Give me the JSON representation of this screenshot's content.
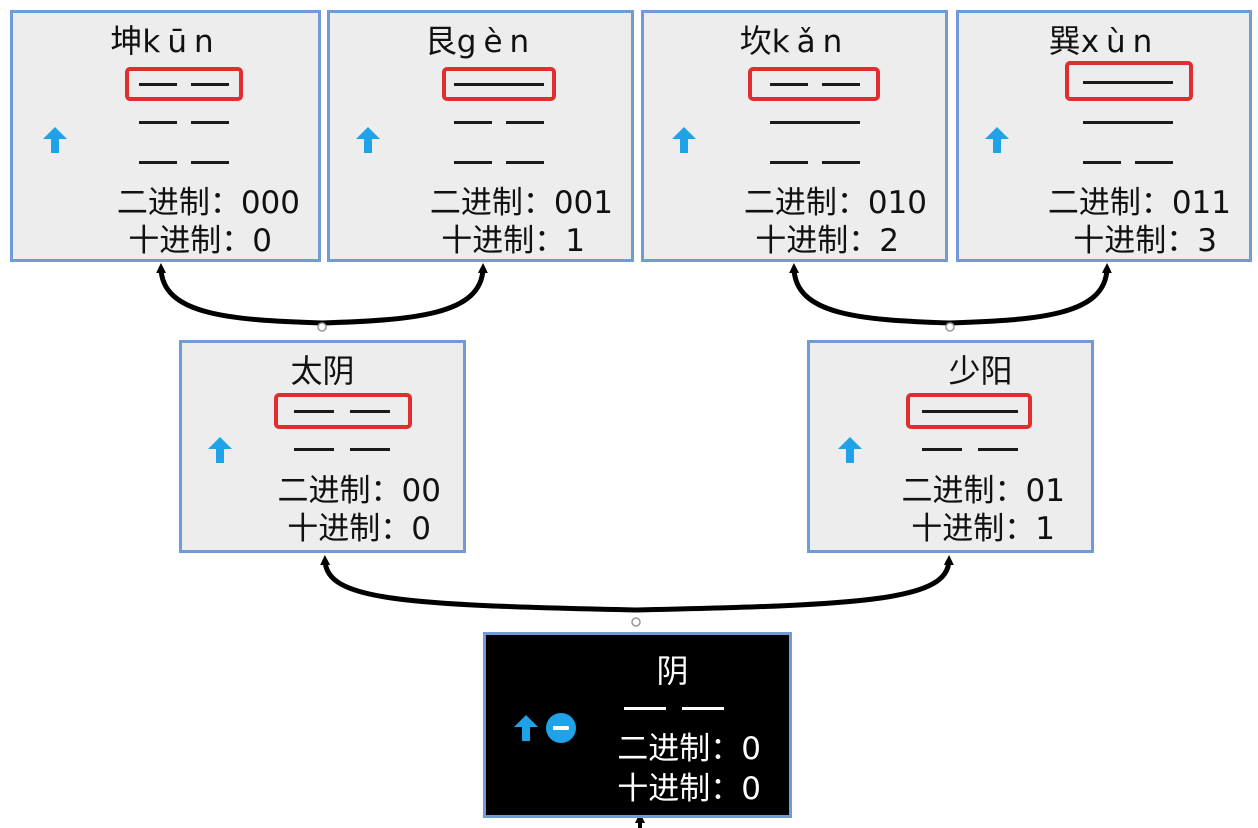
{
  "colors": {
    "border": "#6f9bd6",
    "highlight": "#e02d2d",
    "arrow": "#1fa3e8",
    "box_bg": "#ededed",
    "root_bg": "#000000"
  },
  "labels": {
    "binary": "二进制：",
    "decimal": "十进制："
  },
  "nodes": {
    "kun": {
      "char": "坤",
      "pinyin": "kūn",
      "binary": "000",
      "decimal": "0",
      "icon": "up-arrow-icon"
    },
    "gen": {
      "char": "艮",
      "pinyin": "gèn",
      "binary": "001",
      "decimal": "1",
      "icon": "up-arrow-icon"
    },
    "kan": {
      "char": "坎",
      "pinyin": "kǎn",
      "binary": "010",
      "decimal": "2",
      "icon": "up-arrow-icon"
    },
    "xun": {
      "char": "巽",
      "pinyin": "xùn",
      "binary": "011",
      "decimal": "3",
      "icon": "up-arrow-icon"
    },
    "taiyin": {
      "title": "太阴",
      "binary": "00",
      "decimal": "0",
      "icon": "up-arrow-icon"
    },
    "shaoyang": {
      "title": "少阳",
      "binary": "01",
      "decimal": "1",
      "icon": "up-arrow-icon"
    },
    "yin": {
      "title": "阴",
      "binary": "0",
      "decimal": "0",
      "icon": "up-arrow-icon",
      "collapse_icon": "minus-circle-icon"
    }
  }
}
